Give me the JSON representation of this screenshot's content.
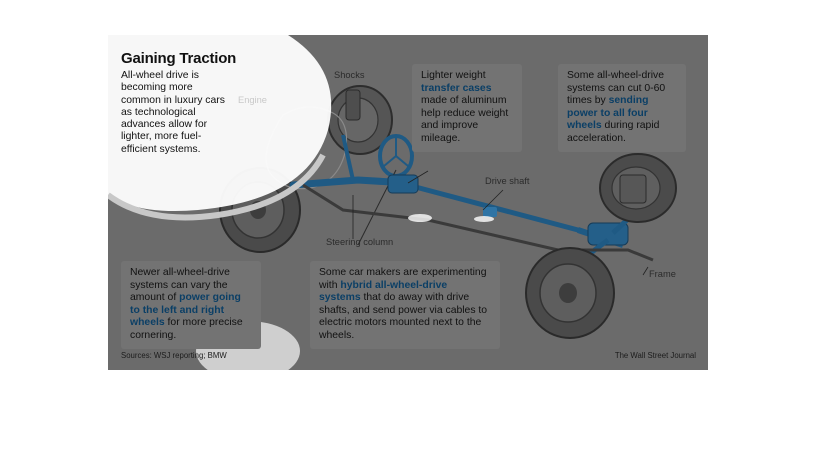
{
  "title": "Gaining Traction",
  "intro": "All-wheel drive is becoming more common in luxury cars as technological advances allow for lighter, more fuel-efficient systems.",
  "labels": {
    "engine": "Engine",
    "shocks": "Shocks",
    "drive_shaft": "Drive shaft",
    "steering_column": "Steering column",
    "frame": "Frame"
  },
  "callouts": {
    "transfer": {
      "before": "Lighter weight ",
      "highlight": "transfer cases",
      "after": " made of aluminum help reduce weight and improve mileage."
    },
    "acceleration": {
      "before": "Some all-wheel-drive systems can cut 0-60 times by ",
      "highlight": "sending power to all four wheels",
      "after": " during rapid acceleration."
    },
    "cornering": {
      "before": "Newer all-wheel-drive systems can vary the amount of ",
      "highlight": "power going to the left and right wheels",
      "after": " for more precise cornering."
    },
    "hybrid": {
      "before": "Some car makers are experimenting with ",
      "highlight": "hybrid all-wheel-drive systems",
      "after": " that do away with drive shafts, and send power via cables to electric motors mounted next to the wheels."
    }
  },
  "footer": {
    "sources": "Sources: WSJ reporting; BMW",
    "credit": "The Wall Street Journal"
  },
  "colors": {
    "panel": "#6b6b6b",
    "callout": "#737373",
    "highlight": "#0b3f66",
    "drivetrain": "#1f5a84"
  }
}
